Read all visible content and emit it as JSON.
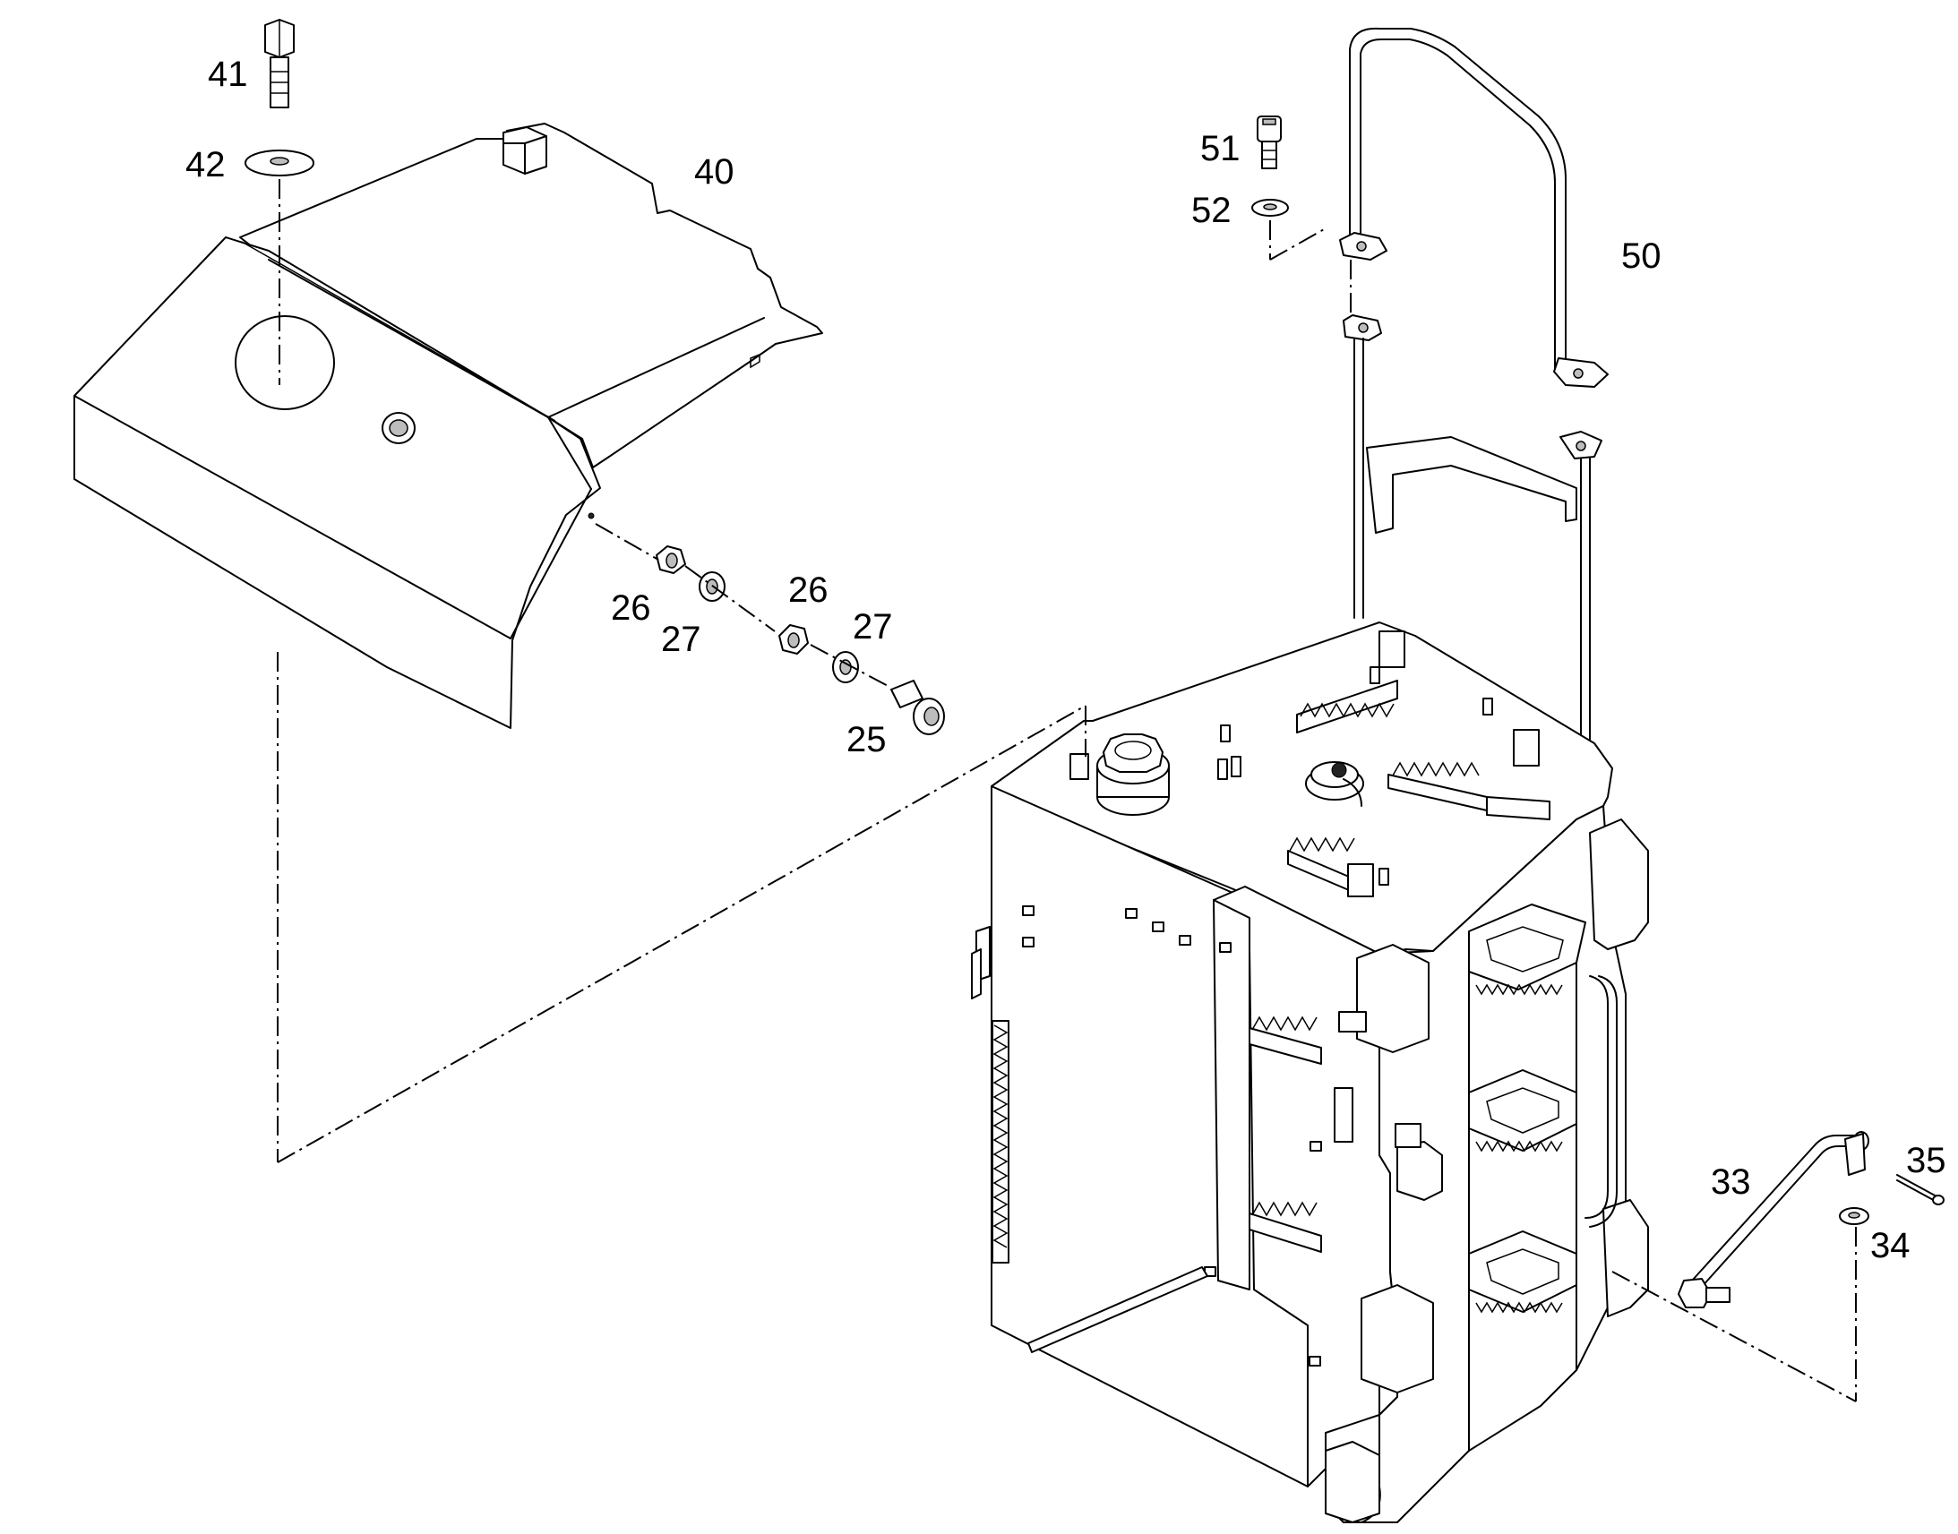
{
  "part_labels": {
    "p41": "41",
    "p42": "42",
    "p40": "40",
    "p51": "51",
    "p52": "52",
    "p50": "50",
    "p26a": "26",
    "p27a": "27",
    "p26b": "26",
    "p27b": "27",
    "p25": "25",
    "p33": "33",
    "p35": "35",
    "p34": "34"
  }
}
